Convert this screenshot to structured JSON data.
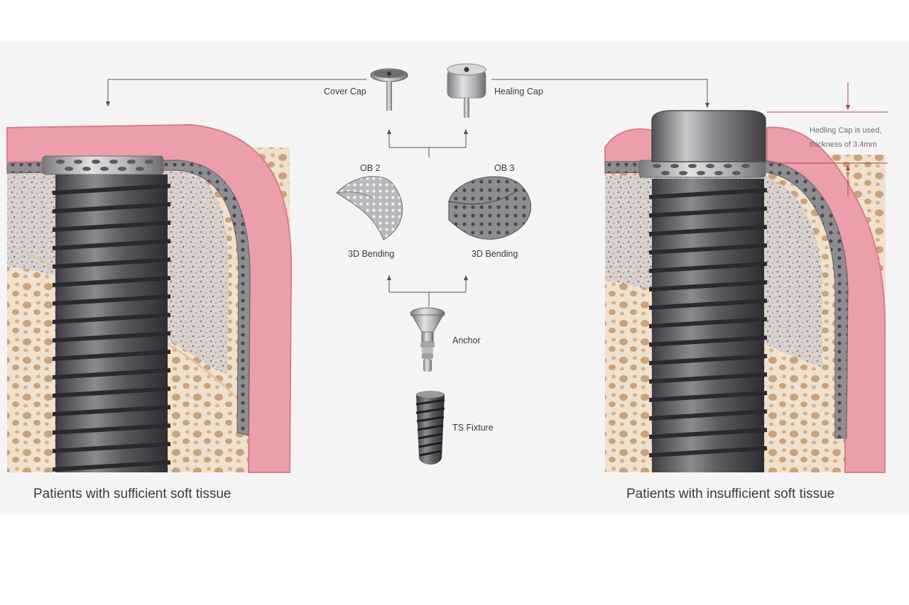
{
  "components": {
    "cover_cap": "Cover Cap",
    "healing_cap": "Healing Cap",
    "ob2_title": "OB 2",
    "ob3_title": "OB 3",
    "ob2_bending": "3D Bending",
    "ob3_bending": "3D Bending",
    "anchor": "Anchor",
    "ts_fixture": "TS Fixture"
  },
  "annotation": {
    "line1": "Hedling Cap is used,",
    "line2": "thickness of 3.4mm"
  },
  "captions": {
    "left": "Patients with sufficient soft tissue",
    "right": "Patients with insufficient soft tissue"
  },
  "colors": {
    "panel_background": "#f4f4f4",
    "gum_tissue": "#ec9faa",
    "gum_edge": "#d77e8a",
    "graft_granules": "#d9d2cf",
    "bone": "#efe1cc",
    "bone_pores": "#c9a37b",
    "titanium": "#5f5f63",
    "annotation_lines": "#b04050"
  }
}
